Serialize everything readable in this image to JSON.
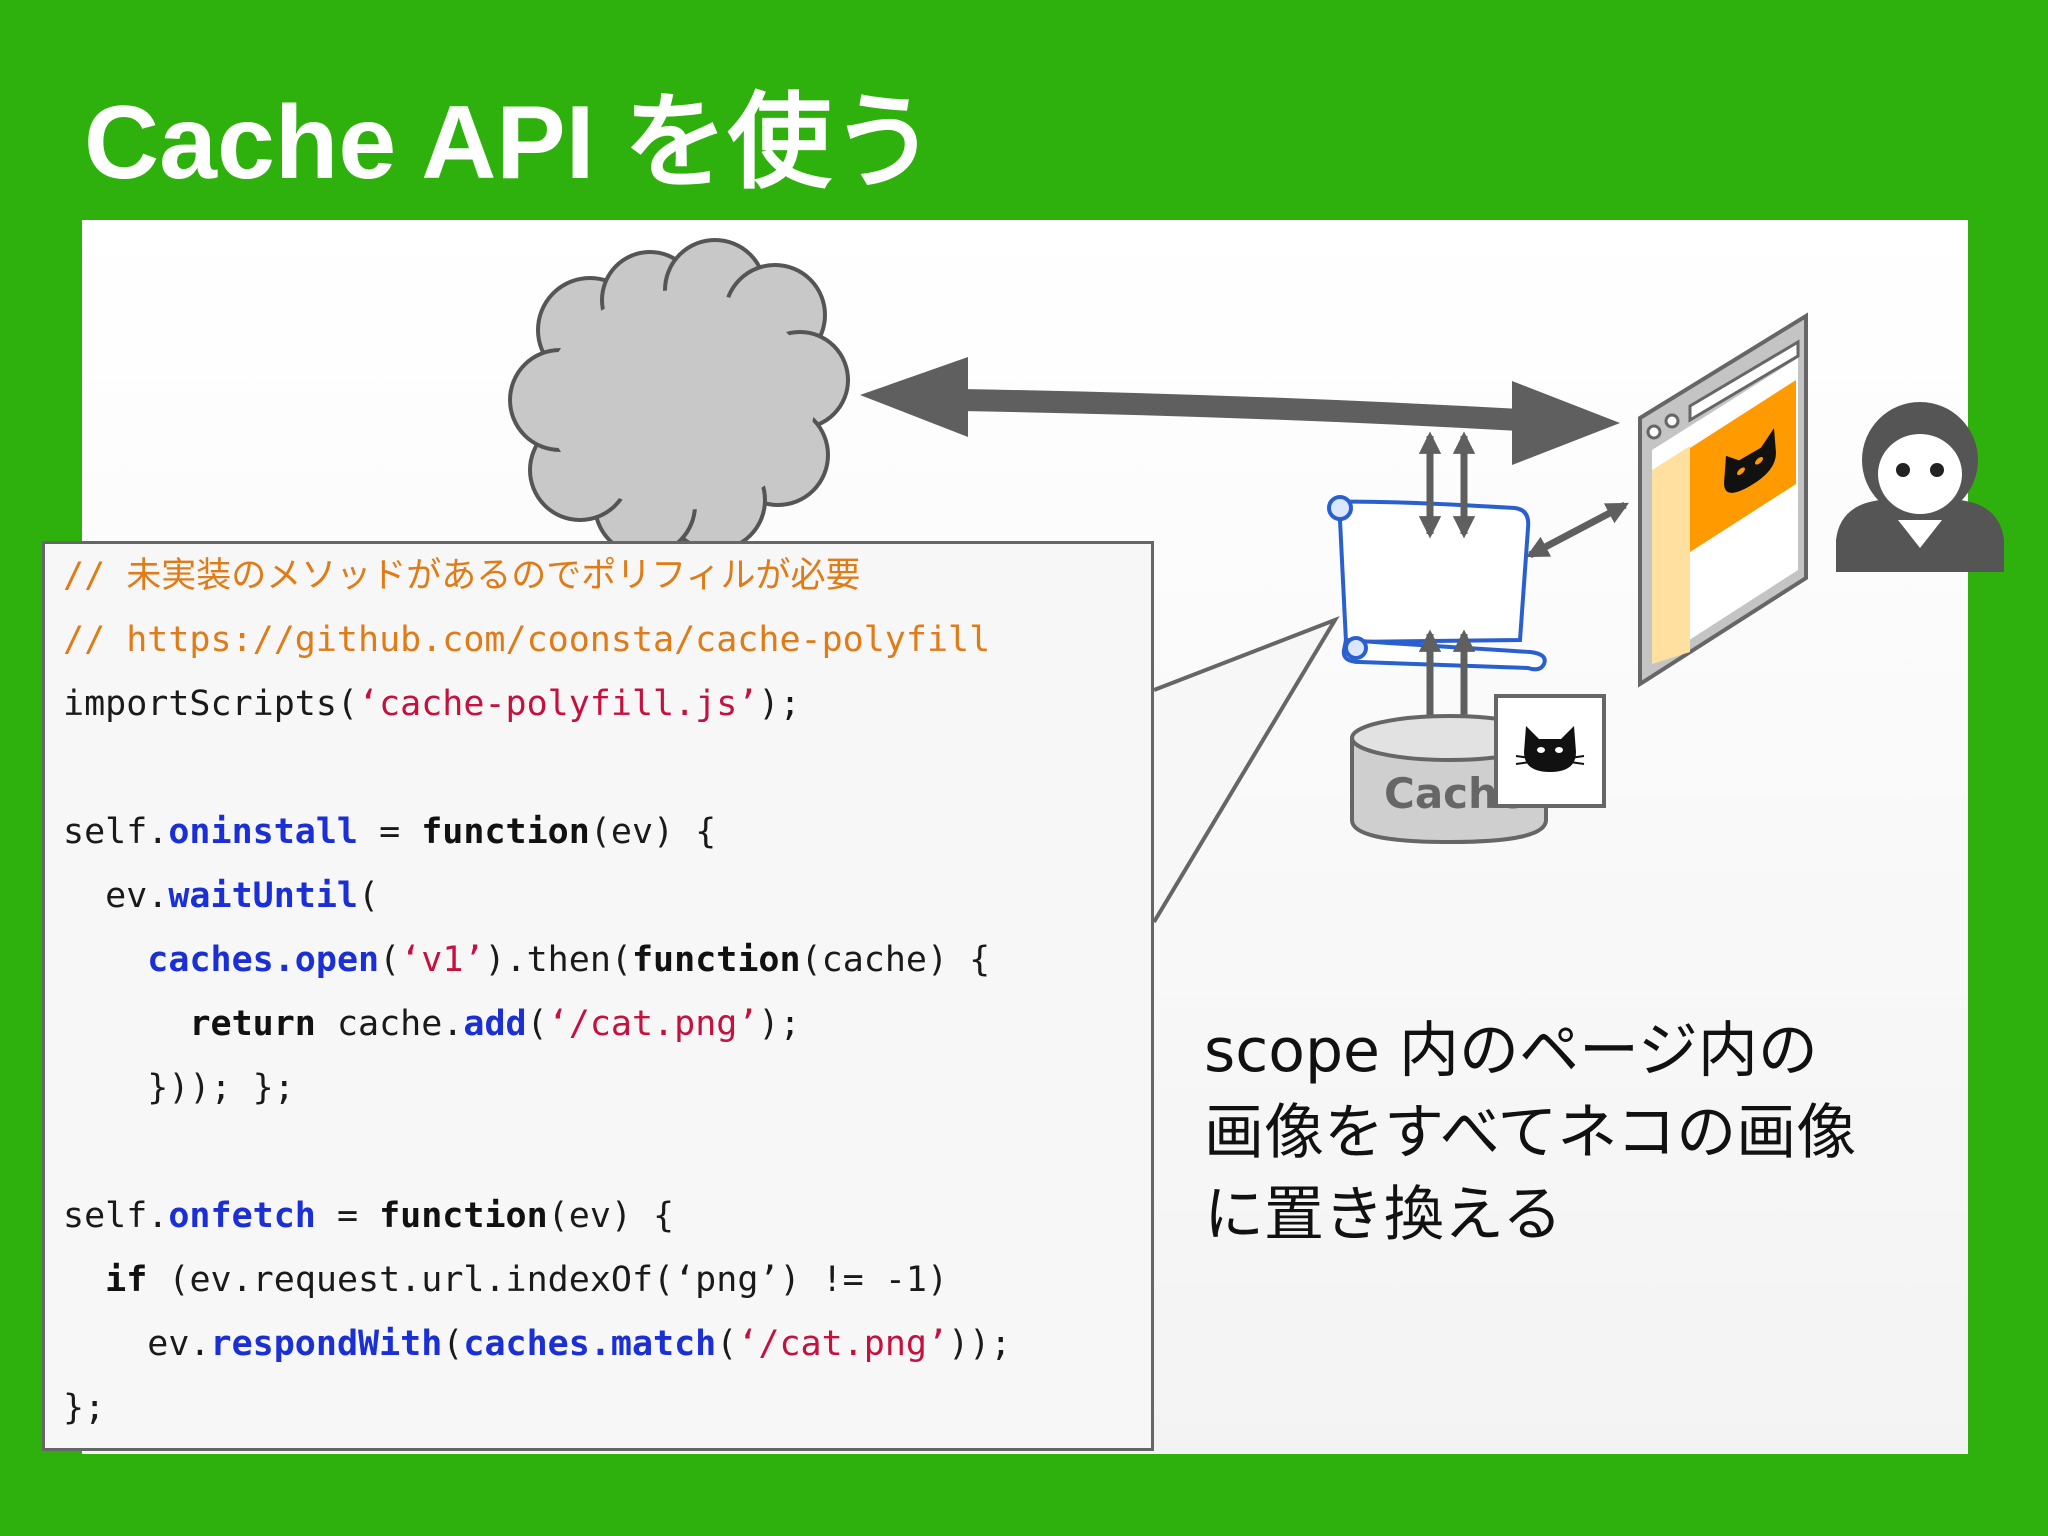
{
  "slide": {
    "title": "Cache API を使う"
  },
  "diagram": {
    "cache_label": "Cache",
    "cat_glyph": "🐈",
    "icons": [
      "cloud-icon",
      "browser-window-icon",
      "user-icon",
      "scroll-service-worker-icon",
      "cache-db-icon",
      "cat-image-icon"
    ]
  },
  "code": {
    "lines": [
      [
        {
          "t": "// 未実装のメソッドがあるのでポリフィルが必要",
          "c": "cm"
        }
      ],
      [
        {
          "t": "// https://github.com/coonsta/cache-polyfill",
          "c": "cm"
        }
      ],
      [
        {
          "t": "importScripts("
        },
        {
          "t": "‘cache-polyfill.js’",
          "c": "st"
        },
        {
          "t": ");"
        }
      ],
      [
        {
          "t": ""
        }
      ],
      [
        {
          "t": "self."
        },
        {
          "t": "oninstall",
          "c": "pr"
        },
        {
          "t": " = "
        },
        {
          "t": "function",
          "c": "kw"
        },
        {
          "t": "(ev) {"
        }
      ],
      [
        {
          "t": "  ev."
        },
        {
          "t": "waitUntil",
          "c": "pr"
        },
        {
          "t": "("
        }
      ],
      [
        {
          "t": "    "
        },
        {
          "t": "caches.open",
          "c": "pr"
        },
        {
          "t": "("
        },
        {
          "t": "‘v1’",
          "c": "st"
        },
        {
          "t": ").then("
        },
        {
          "t": "function",
          "c": "kw"
        },
        {
          "t": "(cache) {"
        }
      ],
      [
        {
          "t": "      "
        },
        {
          "t": "return",
          "c": "kw"
        },
        {
          "t": " cache."
        },
        {
          "t": "add",
          "c": "pr"
        },
        {
          "t": "("
        },
        {
          "t": "‘/cat.png’",
          "c": "st"
        },
        {
          "t": ");"
        }
      ],
      [
        {
          "t": "    })); };"
        }
      ],
      [
        {
          "t": ""
        }
      ],
      [
        {
          "t": "self."
        },
        {
          "t": "onfetch",
          "c": "pr"
        },
        {
          "t": " = "
        },
        {
          "t": "function",
          "c": "kw"
        },
        {
          "t": "(ev) {"
        }
      ],
      [
        {
          "t": "  "
        },
        {
          "t": "if",
          "c": "kw"
        },
        {
          "t": " (ev.request.url.indexOf(‘png’) != -1)"
        }
      ],
      [
        {
          "t": "    ev."
        },
        {
          "t": "respondWith",
          "c": "pr"
        },
        {
          "t": "("
        },
        {
          "t": "caches.match",
          "c": "pr"
        },
        {
          "t": "("
        },
        {
          "t": "‘/cat.png’",
          "c": "st"
        },
        {
          "t": "));"
        }
      ],
      [
        {
          "t": "};"
        }
      ]
    ]
  },
  "description": {
    "lines": [
      "scope 内のページ内の",
      "画像をすべてネコの画像",
      "に置き換える"
    ]
  },
  "colors": {
    "background": "#2eb10c",
    "comment": "#e07b16",
    "string": "#c6103e",
    "property": "#1a2fd6",
    "scroll": "#2a5fd0",
    "page_orange": "#ff9a00",
    "page_sidebar": "#ffe0a0"
  }
}
